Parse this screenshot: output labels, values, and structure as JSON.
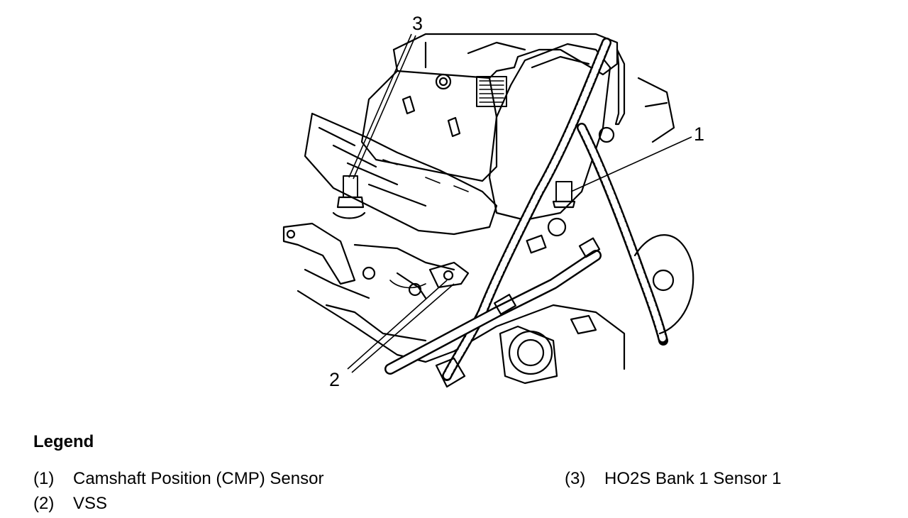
{
  "figure": {
    "callouts": [
      "1",
      "2",
      "3"
    ]
  },
  "legend": {
    "title": "Legend",
    "items": [
      {
        "number": "(1)",
        "label": "Camshaft Position (CMP) Sensor"
      },
      {
        "number": "(2)",
        "label": "VSS"
      },
      {
        "number": "(3)",
        "label": "HO2S Bank 1 Sensor 1"
      }
    ]
  }
}
